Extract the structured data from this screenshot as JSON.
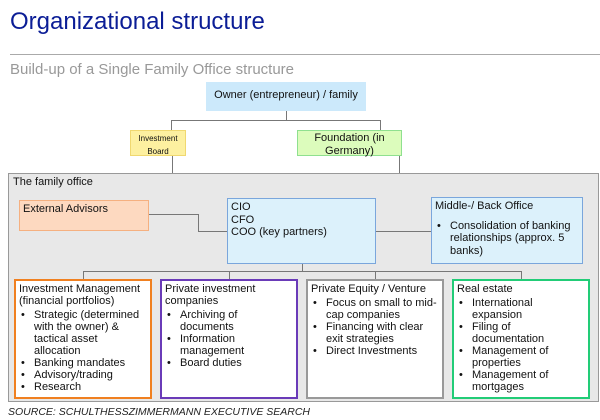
{
  "title": "Organizational structure",
  "subtitle": "Build-up of a Single Family Office structure",
  "owner": "Owner (entrepreneur) / family",
  "investment_board": "Investment Board",
  "foundation": "Foundation (in Germany)",
  "family_office": {
    "label": "The family office",
    "external_advisors": "External Advisors",
    "executives": [
      "CIO",
      "CFO",
      "COO (key partners)"
    ],
    "middle_back_office": {
      "title": "Middle-/ Back Office",
      "items": [
        "Consolidation of banking relationships (approx. 5 banks)"
      ]
    },
    "units": [
      {
        "title": "Investment Management (financial portfolios)",
        "color": "#f08020",
        "items": [
          "Strategic (determined with the owner) & tactical asset allocation",
          "Banking mandates",
          "Advisory/trading",
          "Research"
        ]
      },
      {
        "title": "Private investment companies",
        "color": "#6a3bb8",
        "items": [
          "Archiving of documents",
          "Information management",
          "Board duties"
        ]
      },
      {
        "title": "Private Equity / Venture",
        "color": "#999999",
        "items": [
          "Focus on small to mid-cap companies",
          "Financing with clear exit strategies",
          "Direct Investments"
        ]
      },
      {
        "title": "Real estate",
        "color": "#22cc77",
        "items": [
          "International expansion",
          "Filing of documentation",
          "Management of properties",
          "Management of mortgages"
        ]
      }
    ]
  },
  "source": "SOURCE: SCHULTHESSZIMMERMANN EXECUTIVE SEARCH"
}
